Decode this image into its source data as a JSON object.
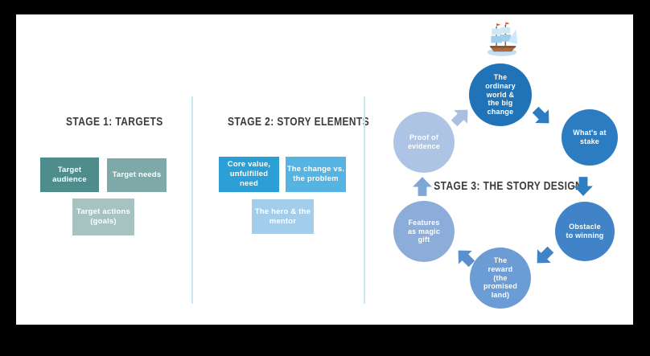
{
  "palette": {
    "canvas_bg": "#000000",
    "slide_bg": "#ffffff",
    "divider": "#c9e6f7",
    "heading_text": "#3b3b3b",
    "label_text": "#ffffff"
  },
  "stage1": {
    "title": "STAGE 1: TARGETS",
    "boxes": [
      {
        "label": "Target audience",
        "display": "Target\naudience",
        "color": "#4f8c8c"
      },
      {
        "label": "Target needs",
        "display": "Target needs",
        "color": "#7ea9a8"
      },
      {
        "label": "Target actions (goals)",
        "display": "Target actions\n(goals)",
        "color": "#a7c3c1"
      }
    ]
  },
  "stage2": {
    "title": "STAGE 2: STORY ELEMENTS",
    "boxes": [
      {
        "label": "Core value, unfulfilled need",
        "display": "Core value,\nunfulfilled\nneed",
        "color": "#2b9fd6"
      },
      {
        "label": "The change vs. the problem",
        "display": "The change vs.\nthe problem",
        "color": "#55b4e1"
      },
      {
        "label": "The hero & the mentor",
        "display": "The hero & the\nmentor",
        "color": "#a2ceec"
      }
    ]
  },
  "stage3": {
    "title": "STAGE 3: THE STORY DESIGN",
    "ship": {
      "icon": "ship-icon",
      "sail_color": "#cfe8f8",
      "sail_edge_color": "#9fcdec",
      "hull_color": "#ad6a3a",
      "hull_stripe_color": "#8e532c",
      "mast_color": "#8a5a3a",
      "flag_color": "#e25746",
      "water_color": "#bfe0f5"
    },
    "cycle": [
      {
        "label": "The ordinary world & the big change",
        "display": "The\nordinary\nworld &\nthe big\nchange",
        "color": "#2173b8"
      },
      {
        "label": "What's at stake",
        "display": "What's at\nstake",
        "color": "#2b7cc1"
      },
      {
        "label": "Obstacle to winning",
        "display": "Obstacle\nto winning",
        "color": "#4083c6"
      },
      {
        "label": "The reward (the promised land)",
        "display": "The\nreward\n(the\npromised\nland)",
        "color": "#6b9cd4"
      },
      {
        "label": "Features as magic gift",
        "display": "Features\nas magic\ngift",
        "color": "#8cadda"
      },
      {
        "label": "Proof of evidence",
        "display": "Proof of\nevidence",
        "color": "#aec4e5"
      }
    ],
    "arrows": [
      {
        "from": "Proof of evidence",
        "to": "The ordinary world & the big change",
        "direction": "up-right",
        "color": "#a9bfe0"
      },
      {
        "from": "The ordinary world & the big change",
        "to": "What's at stake",
        "direction": "down-right",
        "color": "#2b7cc1"
      },
      {
        "from": "What's at stake",
        "to": "Obstacle to winning",
        "direction": "down",
        "color": "#2e7ec2"
      },
      {
        "from": "Obstacle to winning",
        "to": "The reward (the promised land)",
        "direction": "down-left",
        "color": "#4083c6"
      },
      {
        "from": "The reward (the promised land)",
        "to": "Features as magic gift",
        "direction": "up-left",
        "color": "#5b90cf"
      },
      {
        "from": "Features as magic gift",
        "to": "Proof of evidence",
        "direction": "up",
        "color": "#7fa7d6"
      }
    ]
  }
}
